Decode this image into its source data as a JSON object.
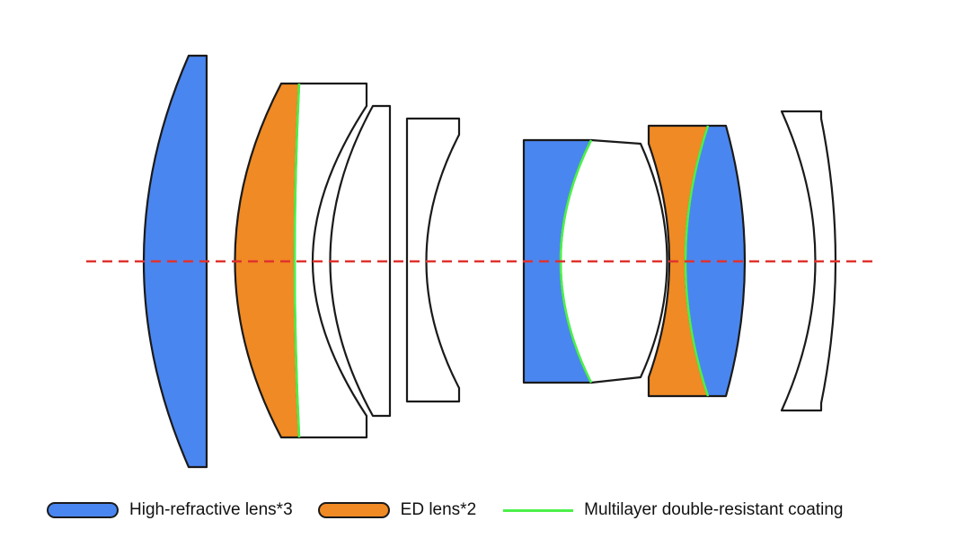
{
  "colors": {
    "high_refractive": "#4a86f0",
    "ed": "#f08a24",
    "coating": "#4cf04a",
    "axis": "#e0322d",
    "plain": "#ffffff"
  },
  "legend": {
    "high_refractive_label": "High-refractive lens*3",
    "ed_label": "ED lens*2",
    "coating_label": "Multilayer double-resistant coating"
  },
  "lenses": [
    {
      "name": "lens-1",
      "material": "high_refractive"
    },
    {
      "name": "lens-2",
      "material": "ed"
    },
    {
      "name": "lens-3",
      "material": "plain"
    },
    {
      "name": "lens-4",
      "material": "plain"
    },
    {
      "name": "lens-5",
      "material": "plain"
    },
    {
      "name": "lens-6",
      "material": "high_refractive"
    },
    {
      "name": "lens-7",
      "material": "plain"
    },
    {
      "name": "lens-8",
      "material": "ed"
    },
    {
      "name": "lens-9",
      "material": "high_refractive"
    },
    {
      "name": "lens-10",
      "material": "plain"
    }
  ]
}
